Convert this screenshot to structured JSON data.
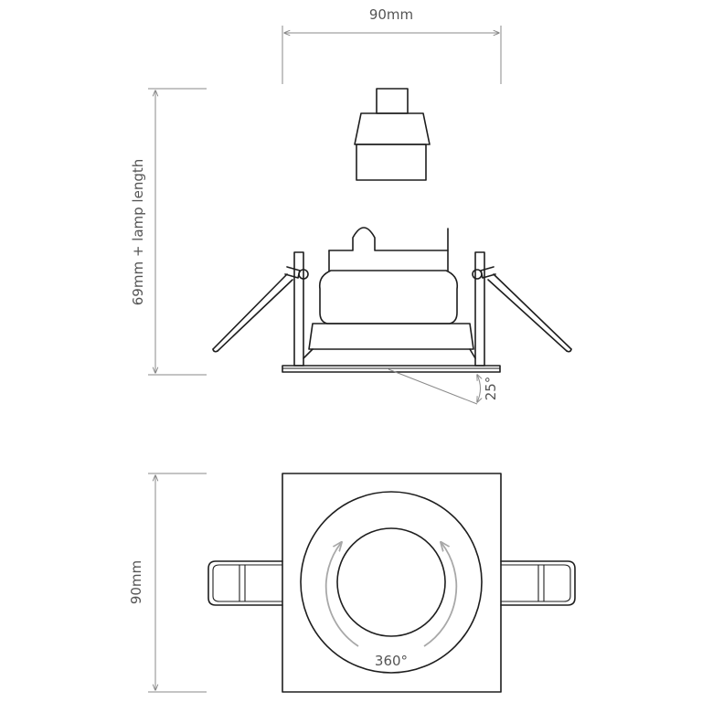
{
  "dimensions": {
    "top_width": "90mm",
    "height": "69mm + lamp length",
    "tilt_angle": "25°",
    "bottom_height": "90mm",
    "rotation": "360°"
  },
  "colors": {
    "ink": "#1e1e1e",
    "dimension_line": "#8a8a8a",
    "dimension_text": "#555555",
    "rotation_arrow": "#a8a8a8"
  }
}
